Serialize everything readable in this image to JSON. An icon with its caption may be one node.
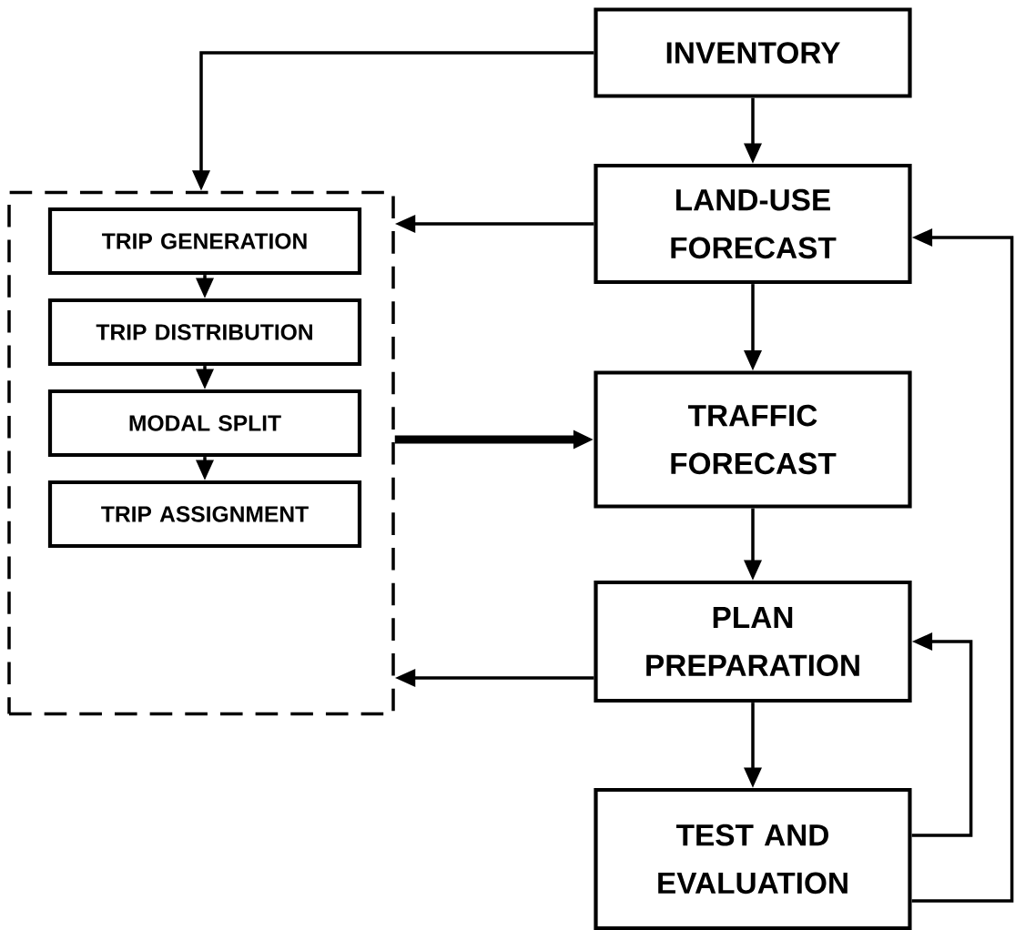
{
  "diagram": {
    "nodes": [
      {
        "text": [
          "INVENTORY"
        ]
      },
      {
        "text": [],
        "shape": "box"
      },
      {
        "text": [
          "TRIP GENERATION"
        ],
        "in": 1
      },
      {
        "text": [
          "TRIP DISTRIBUTION"
        ],
        "in": 1
      },
      {
        "text": [
          "MODAL SPLIT"
        ],
        "in": 1
      },
      {
        "text": [
          "TRIP ASSIGNMENT"
        ],
        "in": 1
      },
      {
        "text": [
          "LAND-USE FORECAST"
        ]
      },
      {
        "text": [
          "TRAFFIC FORECAST"
        ]
      },
      {
        "text": [
          "PLAN PREPARATION"
        ]
      },
      {
        "text": [
          "TEST AND EVALUATION"
        ]
      }
    ],
    "edges": [
      {
        "from": 0,
        "to": 1,
        "arrow": "to"
      },
      {
        "from": 0,
        "to": 6,
        "arrow": "to"
      },
      {
        "from": 6,
        "to": 1,
        "arrow": "to"
      },
      {
        "from": 2,
        "to": 3,
        "arrow": "to"
      },
      {
        "from": 3,
        "to": 4,
        "arrow": "to"
      },
      {
        "from": 4,
        "to": 5,
        "arrow": "to"
      },
      {
        "from": 6,
        "to": 7,
        "arrow": "to"
      },
      {
        "from": 1,
        "to": 7,
        "arrow": "to",
        "style": "thick"
      },
      {
        "from": 7,
        "to": 8,
        "arrow": "to"
      },
      {
        "from": 8,
        "to": 1,
        "arrow": "to"
      },
      {
        "from": 8,
        "to": 9,
        "arrow": "to"
      },
      {
        "from": 9,
        "to": 8,
        "arrow": "to"
      },
      {
        "from": 9,
        "to": 6,
        "arrow": "to"
      }
    ]
  }
}
